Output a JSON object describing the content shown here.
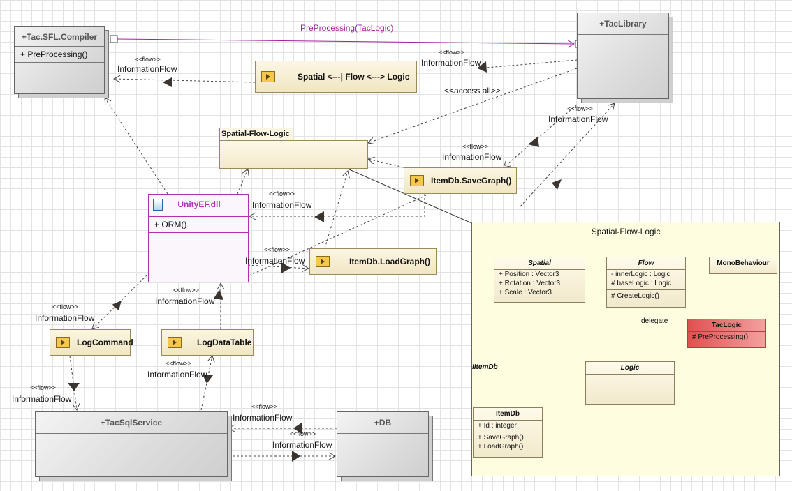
{
  "nodes": {
    "compiler": {
      "title": "+Tac.SFL.Compiler",
      "op": "+ PreProcessing()"
    },
    "taclibrary": {
      "title": "+TacLibrary"
    },
    "tacsqlservice": {
      "title": "+TacSqlService"
    },
    "db": {
      "title": "+DB"
    }
  },
  "notes": {
    "spatial_flow": "Spatial <---| Flow <---> Logic",
    "savegraph": "ItemDb.SaveGraph()",
    "loadgraph": "ItemDb.LoadGraph()",
    "logcommand": "LogCommand",
    "logdatatable": "LogDataTable"
  },
  "package_small": {
    "title": "Spatial-Flow-Logic"
  },
  "unityef": {
    "title": "UnityEF.dll",
    "op": "+ ORM()"
  },
  "edges": {
    "preprocessing": "PreProcessing(TacLogic)",
    "access_all": "<<access all>>",
    "stereotype": "<<flow>>",
    "flow_label": "InformationFlow"
  },
  "package_big": {
    "title": "Spatial-Flow-Logic",
    "spatial": {
      "name": "Spatial",
      "attrs": [
        "+ Position : Vector3",
        "+ Rotation : Vector3",
        "+ Scale : Vector3"
      ]
    },
    "flow": {
      "name": "Flow",
      "attrs": [
        "- innerLogic : Logic",
        "# baseLogic : Logic"
      ],
      "ops": [
        "# CreateLogic()"
      ]
    },
    "monobehaviour": {
      "name": "MonoBehaviour"
    },
    "taclogic": {
      "name": "TacLogic",
      "ops": [
        "# PreProcessing()"
      ]
    },
    "logic": {
      "name": "Logic"
    },
    "itemdb": {
      "name": "ItemDb",
      "attrs": [
        "+ Id : integer"
      ],
      "ops": [
        "+ SaveGraph()",
        "+ LoadGraph()"
      ]
    },
    "iitemdb": "IItemDb",
    "delegate": "delegate"
  }
}
